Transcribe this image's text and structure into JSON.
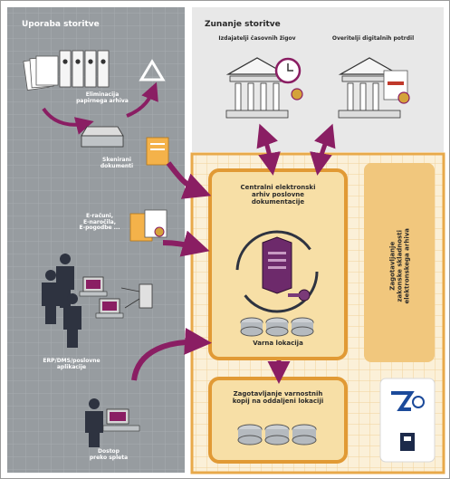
{
  "sections": {
    "left_title": "Uporaba storitve",
    "right_title": "Zunanje storitve"
  },
  "external": {
    "timestamp_label": "Izdajatelji časovnih žigov",
    "certificate_label": "Overitelji digitalnih potrdil"
  },
  "left": {
    "elimination_label": "Eliminacija\npapirnega arhiva",
    "scanned_label": "Skenirani\ndokumenti",
    "edocs_label": "E-računi,\nE-naročila,\nE-pogodbe ...",
    "erp_label": "ERP/DMS/poslovne\naplikacije",
    "web_label": "Dostop\npreko spleta"
  },
  "archive": {
    "central_label": "Centralni elektronski\narhiv poslovne\ndokumentacije",
    "secure_label": "Varna lokacija",
    "backup_label": "Zagotavljanje varnostnih\nkopij na oddaljeni lokaciji",
    "legal_label": "Zagotavljanje\nzakonske skladnosti\nelektronskega arhiva"
  },
  "colors": {
    "panel_gray": "#8e9397",
    "panel_light": "#e6e6e6",
    "orange": "#e8a94a",
    "orange_light": "#f5dfae",
    "purple": "#8a1e63",
    "dark": "#2e3340"
  },
  "icons": [
    "paper-stack-icon",
    "binder-icon",
    "recycle-icon",
    "scanner-icon",
    "document-icon",
    "building-icon",
    "clock-icon",
    "seal-icon",
    "server-icon",
    "key-icon",
    "disk-icon",
    "person-icon",
    "computer-icon",
    "logo-icon"
  ]
}
